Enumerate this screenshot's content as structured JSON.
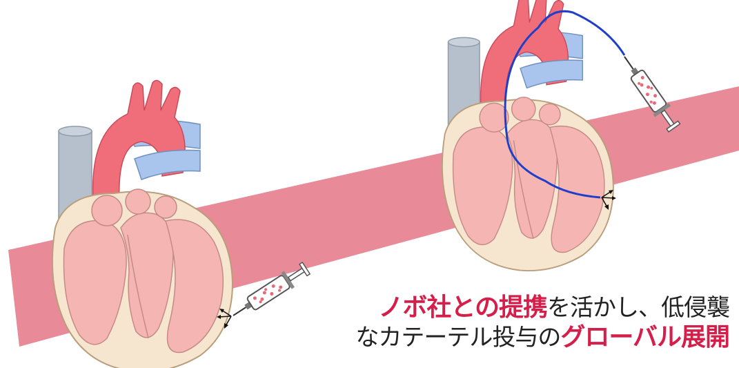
{
  "colors": {
    "band": "#e98a98",
    "heart_body": "#f6e6cf",
    "heart_chamber": "#f5b5b3",
    "aorta": "#ef6e7a",
    "vena_cava": "#b5c0cc",
    "pulmonary": "#a9c5ee",
    "catheter": "#1f3fc8",
    "accent_text": "#d51f4a"
  },
  "icons": {
    "left_heart": "heart-cross-section-icon",
    "right_heart": "heart-cross-section-icon",
    "left_syringe": "syringe-icon",
    "right_syringe": "syringe-icon",
    "injection_arrows": "spread-arrows-icon"
  },
  "caption": {
    "line1_accent": "ノボ社との提携",
    "line1_rest": "を活かし、低侵襲",
    "line2_rest": "なカテーテル投与の",
    "line2_accent": "グローバル展開"
  }
}
